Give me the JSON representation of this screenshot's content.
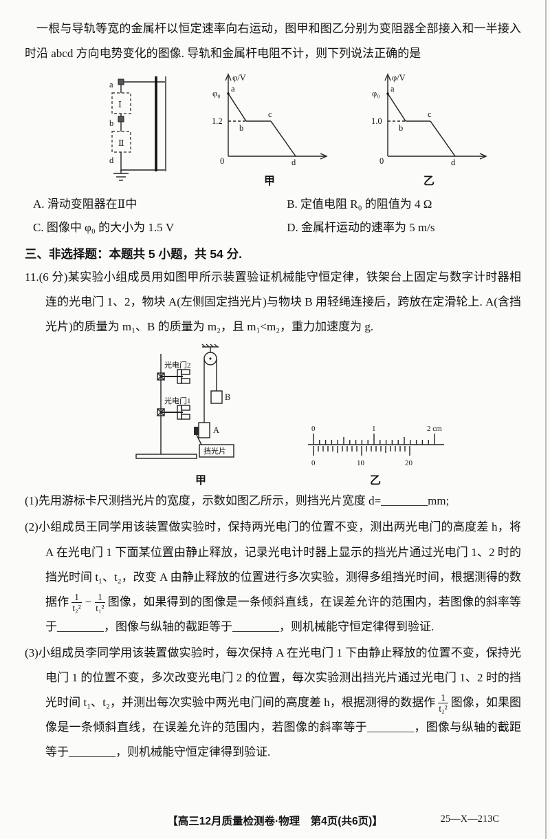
{
  "intro": {
    "text": "一根与导轨等宽的金属杆以恒定速率向右运动，图甲和图乙分别为变阻器全部接入和一半接入时沿 abcd 方向电势变化的图像. 导轨和金属杆电阻不计，则下列说法正确的是"
  },
  "circuit": {
    "a": "a",
    "r1": "Ⅰ",
    "b": "b",
    "r2": "Ⅱ",
    "d": "d"
  },
  "graphs": {
    "jia": {
      "ylabel": "φ/V",
      "phi0": "φ₀",
      "tick": "1.2",
      "pa": "a",
      "pb": "b",
      "pc": "c",
      "pd": "d",
      "zero": "0",
      "caption": "甲"
    },
    "yi": {
      "ylabel": "φ/V",
      "phi0": "φ₀",
      "tick": "1.0",
      "pa": "a",
      "pb": "b",
      "pc": "c",
      "pd": "d",
      "zero": "0",
      "caption": "乙"
    }
  },
  "options": {
    "a": "A. 滑动变阻器在Ⅱ中",
    "b": "B. 定值电阻 R₀ 的阻值为 4 Ω",
    "c": "C. 图像中 φ₀ 的大小为 1.5 V",
    "d": "D. 金属杆运动的速率为 5 m/s"
  },
  "section": {
    "title": "三、非选择题：本题共 5 小题，共 54 分."
  },
  "q11": {
    "stem": "11.(6 分)某实验小组成员用如图甲所示装置验证机械能守恒定律，铁架台上固定与数字计时器相连的光电门 1、2，物块 A(左侧固定挡光片)与物块 B 用轻绳连接后，跨放在定滑轮上. A(含挡光片)的质量为 m₁、B 的质量为 m₂，且 m₁<m₂，重力加速度为 g.",
    "apparatus": {
      "gate2": "光电门2",
      "gate1": "光电门1",
      "block_a": "A",
      "block_b": "B",
      "vane": "挡光片",
      "caption": "甲"
    },
    "caliper": {
      "t0": "0",
      "t1": "1",
      "t2": "2 cm",
      "b0": "0",
      "b10": "10",
      "b20": "20",
      "caption": "乙"
    },
    "part1": "(1)先用游标卡尺测挡光片的宽度，示数如图乙所示，则挡光片宽度 d=________mm;",
    "part2": {
      "a": "(2)小组成员王同学用该装置做实验时，保持两光电门的位置不变，测出两光电门的高度差 h，将 A 在光电门 1 下面某位置由静止释放，记录光电计时器上显示的挡光片通过光电门 1、2 时的挡光时间 t₁、t₂，改变 A 由静止释放的位置进行多次实验，测得多组挡光时间，根据测得的数据作",
      "f1n": "1",
      "f1d": "t₂²",
      "minus": "−",
      "f2n": "1",
      "f2d": "t₁²",
      "b": "图像，如果得到的图像是一条倾斜直线，在误差允许的范围内，若图像的斜率等于________，图像与纵轴的截距等于________，则机械能守恒定律得到验证."
    },
    "part3": {
      "a": "(3)小组成员李同学用该装置做实验时，每次保持 A 在光电门 1 下由静止释放的位置不变，保持光电门 1 的位置不变，多次改变光电门 2 的位置，每次实验测出挡光片通过光电门 1、2 时的挡光时间 t₁、t₂，并测出每次实验中两光电门间的高度差 h，根据测得的数据作",
      "fn": "1",
      "fd": "t₂²",
      "b": "图像，如果图像是一条倾斜直线，在误差允许的范围内，若图像的斜率等于________，图像与纵轴的截距等于________，则机械能守恒定律得到验证."
    }
  },
  "footer": {
    "text": "【高三12月质量检测卷·物理　第4页(共6页)】",
    "code": "25—X—213C"
  }
}
